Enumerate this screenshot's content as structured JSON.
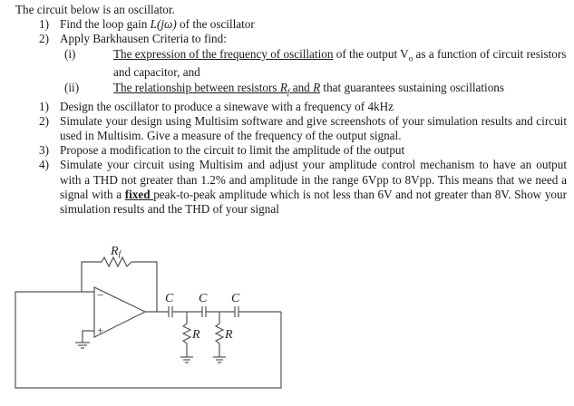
{
  "intro": "The circuit below is an oscillator.",
  "part_a": [
    {
      "num": "1)",
      "pre": "Find the loop gain ",
      "italic": "L(jω)",
      "post": " of the oscillator"
    },
    {
      "num": "2)",
      "text": "Apply Barkhausen Criteria to find:"
    }
  ],
  "sub_items": [
    {
      "num": "(i)",
      "underlined": "The expression of the frequency of oscillation",
      "post": " of the output V",
      "sub": "o",
      "post2": " as a function of circuit resistors and capacitor, and"
    },
    {
      "num": "(ii)",
      "underlined_pre": "The relationship between resistors ",
      "r_f": "R",
      "r_f_sub": "f",
      "underlined_and": " and ",
      "r": "R",
      "post": " that guarantees sustaining oscillations"
    }
  ],
  "part_b": [
    {
      "num": "1)",
      "text": "Design the oscillator to produce a sinewave with a frequency of 4kHz"
    },
    {
      "num": "2)",
      "text": "Simulate your design using Multisim software and give screenshots of your simulation results and circuit used in Multisim. Give a measure of the frequency of the output signal."
    },
    {
      "num": "3)",
      "text": "Propose a modification to the circuit to limit the amplitude of the output"
    },
    {
      "num": "4)",
      "pre": "Simulate your circuit using Multisim and adjust your amplitude control mechanism to have an output with a THD not greater than 1.2% and amplitude in the range 6Vpp to 8Vpp. This means that we need a signal with a ",
      "bold": "fixed ",
      "post": "peak-to-peak amplitude which is not less than 6V and not greater than 8V. Show your simulation results and the THD of your signal"
    }
  ],
  "circuit": {
    "feedback_resistor_label": "R",
    "feedback_resistor_sub": "f",
    "capacitor_labels": [
      "C",
      "C",
      "C"
    ],
    "resistor_labels": [
      "R",
      "R"
    ],
    "opamp_minus": "−",
    "opamp_plus": "+"
  }
}
